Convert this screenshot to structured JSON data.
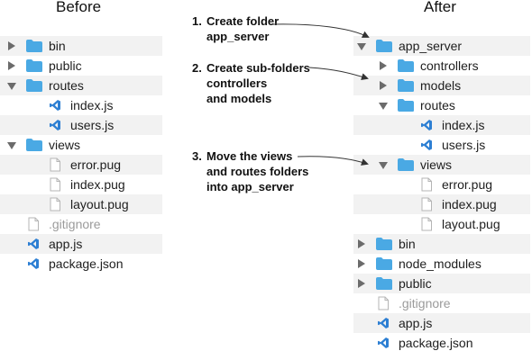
{
  "headings": {
    "before": "Before",
    "after": "After"
  },
  "before_tree": [
    {
      "label": "bin",
      "type": "folder",
      "expanded": false,
      "depth": 0
    },
    {
      "label": "public",
      "type": "folder",
      "expanded": false,
      "depth": 0
    },
    {
      "label": "routes",
      "type": "folder",
      "expanded": true,
      "depth": 0
    },
    {
      "label": "index.js",
      "type": "js-file",
      "depth": 1
    },
    {
      "label": "users.js",
      "type": "js-file",
      "depth": 1
    },
    {
      "label": "views",
      "type": "folder",
      "expanded": true,
      "depth": 0
    },
    {
      "label": "error.pug",
      "type": "file",
      "depth": 1
    },
    {
      "label": "index.pug",
      "type": "file",
      "depth": 1
    },
    {
      "label": "layout.pug",
      "type": "file",
      "depth": 1
    },
    {
      "label": ".gitignore",
      "type": "file",
      "muted": true,
      "depth": 0
    },
    {
      "label": "app.js",
      "type": "js-file",
      "depth": 0
    },
    {
      "label": "package.json",
      "type": "json-file",
      "depth": 0
    }
  ],
  "after_tree": [
    {
      "label": "app_server",
      "type": "folder",
      "expanded": true,
      "depth": 0
    },
    {
      "label": "controllers",
      "type": "folder",
      "expanded": false,
      "depth": 1
    },
    {
      "label": "models",
      "type": "folder",
      "expanded": false,
      "depth": 1
    },
    {
      "label": "routes",
      "type": "folder",
      "expanded": true,
      "depth": 1
    },
    {
      "label": "index.js",
      "type": "js-file",
      "depth": 2
    },
    {
      "label": "users.js",
      "type": "js-file",
      "depth": 2
    },
    {
      "label": "views",
      "type": "folder",
      "expanded": true,
      "depth": 1
    },
    {
      "label": "error.pug",
      "type": "file",
      "depth": 2
    },
    {
      "label": "index.pug",
      "type": "file",
      "depth": 2
    },
    {
      "label": "layout.pug",
      "type": "file",
      "depth": 2
    },
    {
      "label": "bin",
      "type": "folder",
      "expanded": false,
      "depth": 0
    },
    {
      "label": "node_modules",
      "type": "folder",
      "expanded": false,
      "depth": 0
    },
    {
      "label": "public",
      "type": "folder",
      "expanded": false,
      "depth": 0
    },
    {
      "label": ".gitignore",
      "type": "file",
      "muted": true,
      "depth": 0
    },
    {
      "label": "app.js",
      "type": "js-file",
      "depth": 0
    },
    {
      "label": "package.json",
      "type": "json-file",
      "depth": 0
    }
  ],
  "steps": [
    {
      "number": "1.",
      "lines": [
        "Create folder",
        "app_server"
      ]
    },
    {
      "number": "2.",
      "lines": [
        "Create sub-folders",
        "controllers",
        "and models"
      ]
    },
    {
      "number": "3.",
      "lines": [
        "Move the views",
        "and routes folders",
        "into app_server"
      ]
    }
  ],
  "colors": {
    "folder": "#4aa9e4",
    "row_shade": "#f2f2f2",
    "js_icon": "#2d7fd3",
    "arrow_line": "#333333"
  }
}
